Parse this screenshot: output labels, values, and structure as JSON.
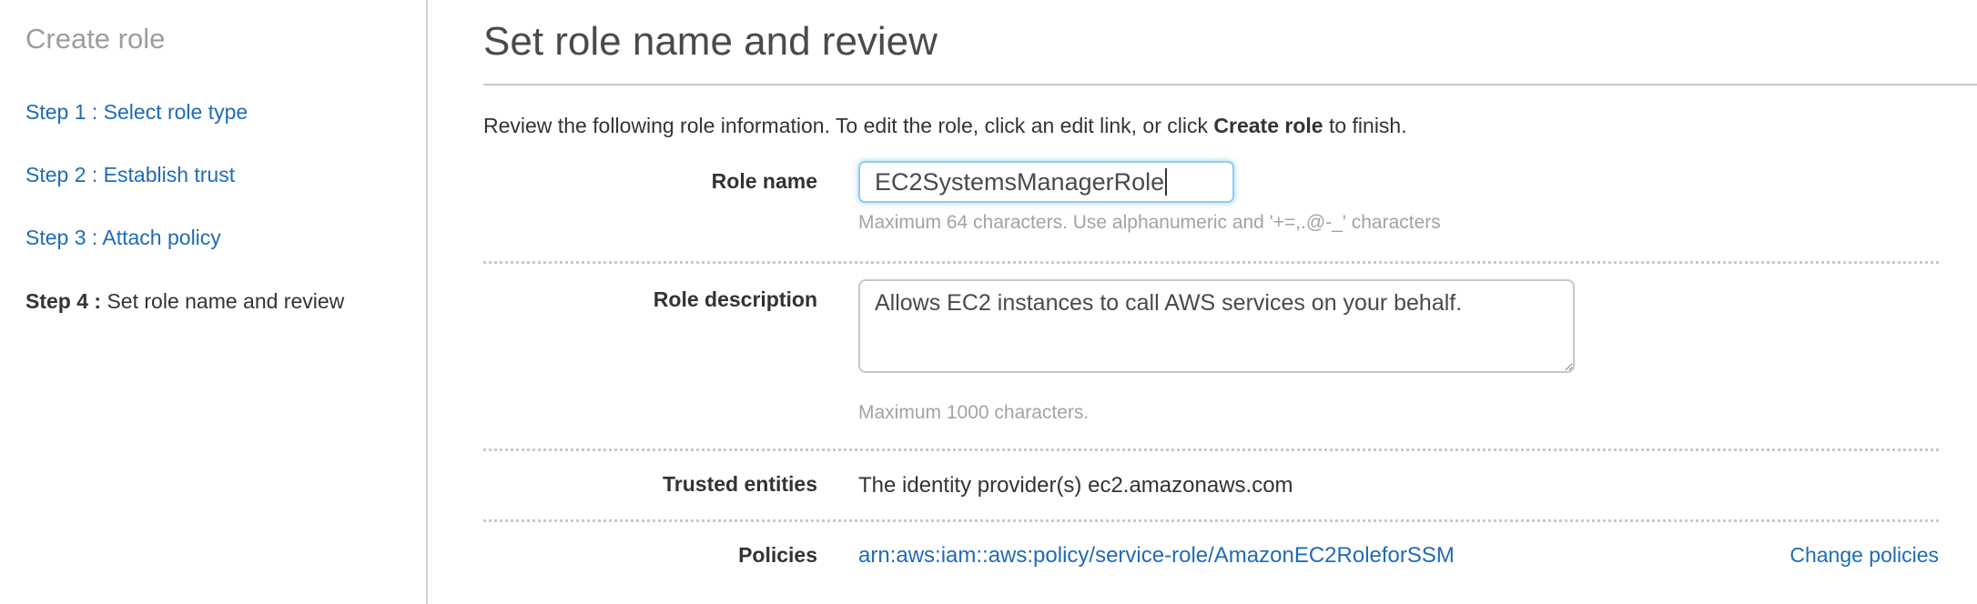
{
  "sidebar": {
    "title": "Create role",
    "steps": [
      {
        "label": "Step 1 : Select role type"
      },
      {
        "label": "Step 2 : Establish trust"
      },
      {
        "label": "Step 3 : Attach policy"
      },
      {
        "prefix": "Step 4 :",
        "label": " Set role name and review"
      }
    ]
  },
  "main": {
    "title": "Set role name and review",
    "subtitle": {
      "prefix": "Review the following role information. To edit the role, click an edit link, or click ",
      "bold": "Create role",
      "suffix": " to finish."
    },
    "form": {
      "role_name": {
        "label": "Role name",
        "value": "EC2SystemsManagerRole",
        "helper": "Maximum 64 characters. Use alphanumeric and '+=,.@-_' characters"
      },
      "role_description": {
        "label": "Role description",
        "value": "Allows EC2 instances to call AWS services on your behalf.",
        "helper": "Maximum 1000 characters."
      },
      "trusted_entities": {
        "label": "Trusted entities",
        "value": "The identity provider(s) ec2.amazonaws.com"
      },
      "policies": {
        "label": "Policies",
        "value": "arn:aws:iam::aws:policy/service-role/AmazonEC2RoleforSSM",
        "action": "Change policies"
      }
    }
  },
  "colors": {
    "link_blue": "#1f6bb8",
    "focus_border": "#8fccf1",
    "label_text": "#333333",
    "muted_text": "#a3a3a3"
  }
}
